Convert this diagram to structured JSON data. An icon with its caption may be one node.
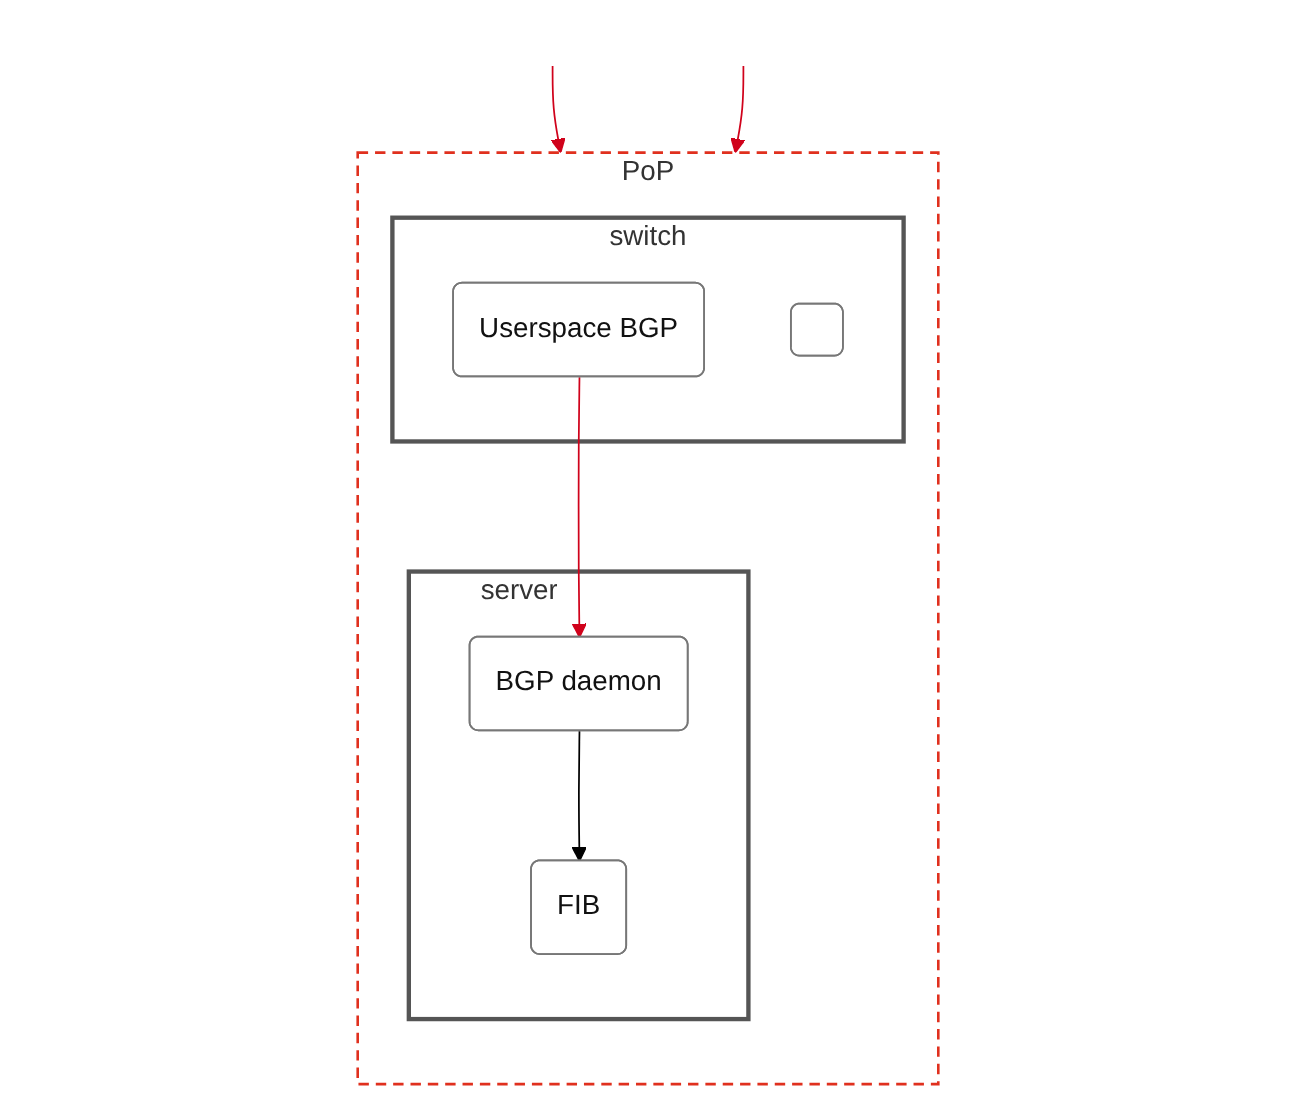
{
  "diagram": {
    "nodes": [
      {
        "text": [
          "PoP"
        ]
      },
      {
        "text": [
          "switch"
        ],
        "in": 0
      },
      {
        "text": [
          "Userspace BGP"
        ],
        "in": 1
      },
      {
        "text": [],
        "shape": "box",
        "in": 1
      },
      {
        "text": [
          "server"
        ],
        "in": 0
      },
      {
        "text": [
          "BGP daemon"
        ],
        "in": 4
      },
      {
        "text": [
          "FIB"
        ],
        "in": 4
      }
    ],
    "edges": [
      {
        "from": null,
        "to": 0,
        "arrow": "to",
        "color": "#d0021b"
      },
      {
        "from": null,
        "to": 0,
        "arrow": "to",
        "color": "#d0021b"
      },
      {
        "from": 2,
        "to": 5,
        "arrow": "to",
        "color": "#d0021b"
      },
      {
        "from": 5,
        "to": 6,
        "arrow": "to",
        "color": "#000000"
      }
    ]
  }
}
